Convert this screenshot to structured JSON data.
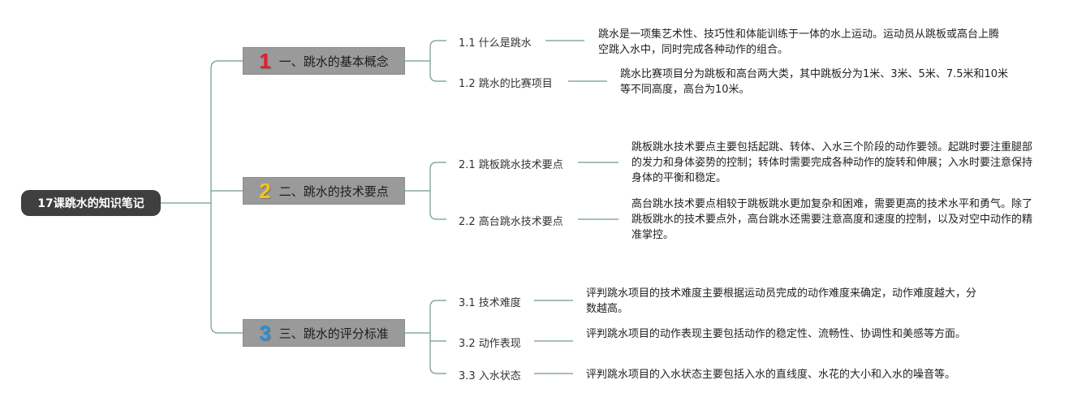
{
  "root": {
    "title": "17课跳水的知识笔记"
  },
  "sections": [
    {
      "icon": "number-1-icon",
      "number": "1",
      "color": "#e02030",
      "title": "一、跳水的基本概念",
      "items": [
        {
          "label": "1.1 什么是跳水",
          "text": "跳水是一项集艺术性、技巧性和体能训练于一体的水上运动。运动员从跳板或高台上腾空跳入水中，同时完成各种动作的组合。"
        },
        {
          "label": "1.2 跳水的比赛项目",
          "text": "跳水比赛项目分为跳板和高台两大类，其中跳板分为1米、3米、5米、7.5米和10米等不同高度，高台为10米。"
        }
      ]
    },
    {
      "icon": "number-2-icon",
      "number": "2",
      "color": "#f5c518",
      "title": "二、跳水的技术要点",
      "items": [
        {
          "label": "2.1 跳板跳水技术要点",
          "text": "跳板跳水技术要点主要包括起跳、转体、入水三个阶段的动作要领。起跳时要注重腿部的发力和身体姿势的控制；转体时需要完成各种动作的旋转和伸展；入水时要注意保持身体的平衡和稳定。"
        },
        {
          "label": "2.2 高台跳水技术要点",
          "text": "高台跳水技术要点相较于跳板跳水更加复杂和困难，需要更高的技术水平和勇气。除了跳板跳水的技术要点外，高台跳水还需要注意高度和速度的控制，以及对空中动作的精准掌控。"
        }
      ]
    },
    {
      "icon": "number-3-icon",
      "number": "3",
      "color": "#2a8fd8",
      "title": "三、跳水的评分标准",
      "items": [
        {
          "label": "3.1 技术难度",
          "text": "评判跳水项目的技术难度主要根据运动员完成的动作难度来确定，动作难度越大，分数越高。"
        },
        {
          "label": "3.2 动作表现",
          "text": "评判跳水项目的动作表现主要包括动作的稳定性、流畅性、协调性和美感等方面。"
        },
        {
          "label": "3.3 入水状态",
          "text": "评判跳水项目的入水状态主要包括入水的直线度、水花的大小和入水的噪音等。"
        }
      ]
    }
  ]
}
